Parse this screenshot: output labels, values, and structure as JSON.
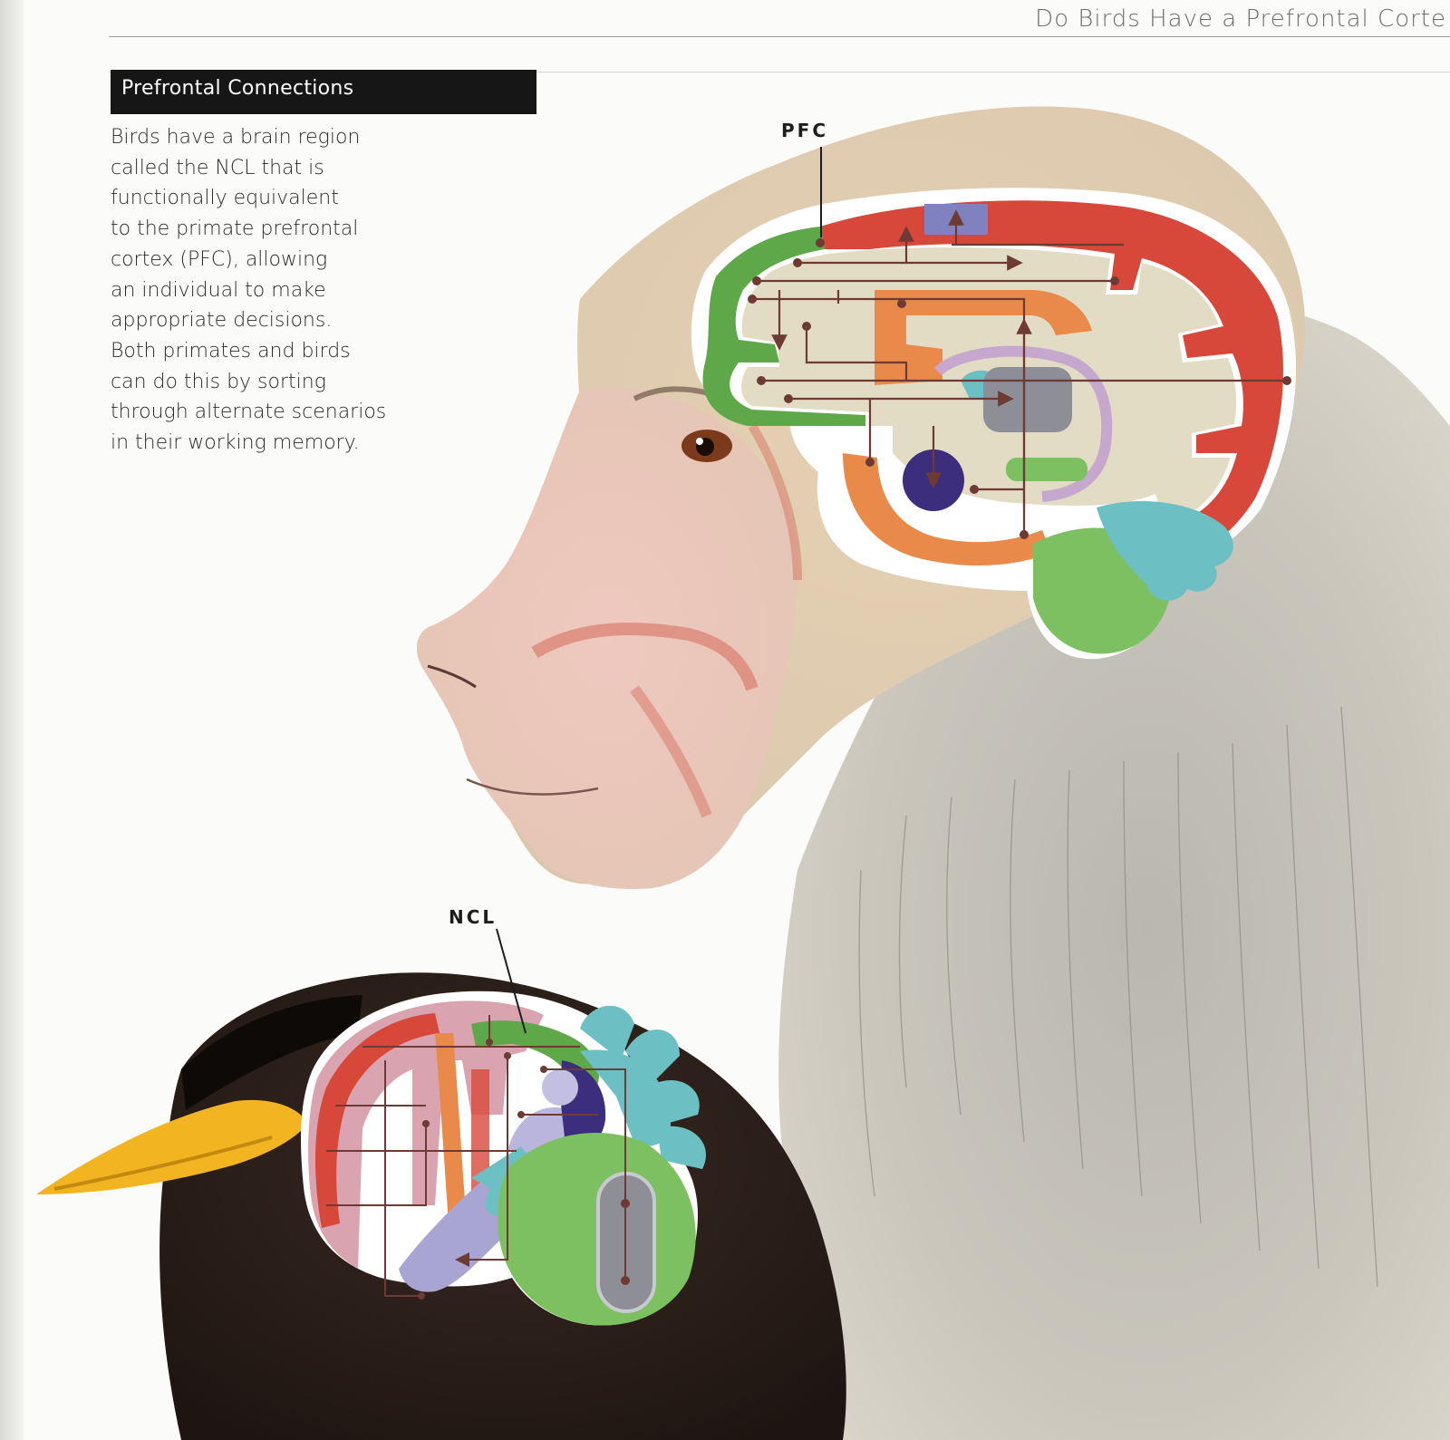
{
  "page": {
    "running_head": "Do Birds Have a Prefrontal Corte"
  },
  "sidebar": {
    "title": "Prefrontal Connections",
    "body_lines": [
      "Birds have a brain region",
      "called the NCL that is",
      "functionally equivalent",
      "to the primate prefrontal",
      "cortex (PFC), allowing",
      "an individual to make",
      "appropriate decisions.",
      "Both primates and birds",
      "can do this by sorting",
      "through alternate scenarios",
      "in their working memory."
    ]
  },
  "illustration": {
    "primate_label": "PFC",
    "bird_label": "NCL",
    "colors": {
      "green": "#5ea84a",
      "red": "#d8483a",
      "orange": "#e98a4a",
      "beige": "#e3dcc4",
      "teal": "#6cc0c4",
      "lavender": "#a9a5d2",
      "purple": "#3d2d7d",
      "gray": "#8d8e96",
      "connector": "#6d3a34",
      "beak": "#f2b420"
    }
  }
}
